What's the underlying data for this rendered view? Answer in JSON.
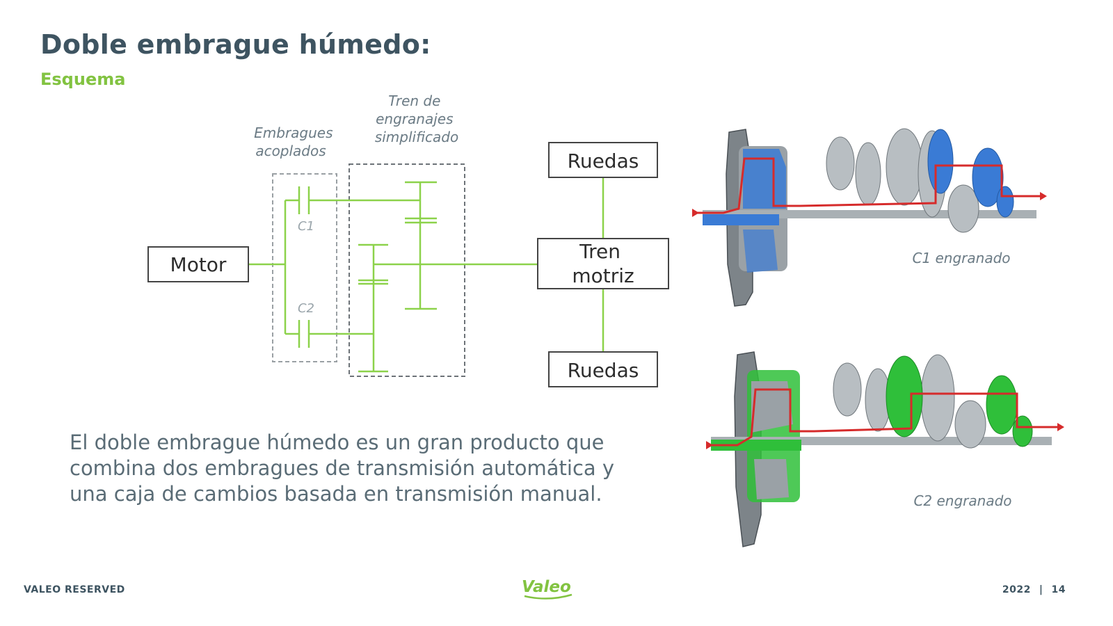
{
  "slide": {
    "title": "Doble embrague húmedo:",
    "subtitle": "Esquema",
    "body": "El doble embrague húmedo es un gran producto que combina dos embragues de transmisión automática y una caja de cambios basada en transmisión manual."
  },
  "diagram": {
    "motor": "Motor",
    "clutch_group_label": [
      "Embragues",
      "acoplados"
    ],
    "gear_group_label": [
      "Tren de",
      "engranajes",
      "simplificado"
    ],
    "c1": "C1",
    "c2": "C2",
    "wheels_top": "Ruedas",
    "drivetrain": [
      "Tren",
      "motriz"
    ],
    "wheels_bottom": "Ruedas"
  },
  "illustrations": {
    "top_caption": "C1 engranado",
    "bottom_caption": "C2 engranado"
  },
  "footer": {
    "left": "VALEO RESERVED",
    "logo": "Valeo",
    "year": "2022",
    "separator": "|",
    "page": "14"
  },
  "colors": {
    "title": "#3e5461",
    "accent_green": "#82c341",
    "c1_highlight": "#3a7bd5",
    "c2_highlight": "#2fbf3a",
    "power_path": "#d62b2b"
  }
}
